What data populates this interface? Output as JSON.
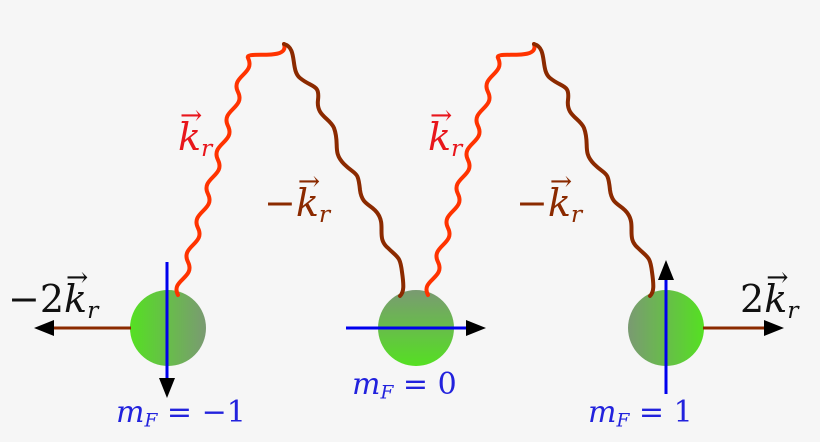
{
  "diagram": {
    "background": "#f6f6f6",
    "colors": {
      "photon_kr": "#ff3300",
      "photon_neg_kr": "#8b2a00",
      "label_kr": "#e8161c",
      "label_neg_kr": "#8b2a00",
      "spin_axis": "#0000ee",
      "spin_label": "#2222dd",
      "arrowhead": "#000000",
      "momentum_arrow": "#8b2a00",
      "atom_light": "#55e022",
      "atom_dark": "#7a9a72"
    },
    "photon_labels": [
      {
        "id": "kr-1",
        "sign": "",
        "k": "k",
        "sub": "r"
      },
      {
        "id": "neg-kr-1",
        "sign": "−",
        "k": "k",
        "sub": "r"
      },
      {
        "id": "kr-2",
        "sign": "",
        "k": "k",
        "sub": "r"
      },
      {
        "id": "neg-kr-2",
        "sign": "−",
        "k": "k",
        "sub": "r"
      }
    ],
    "momentum_labels": {
      "left": {
        "sign": "−",
        "coef": "2",
        "k": "k",
        "sub": "r"
      },
      "right": {
        "sign": "",
        "coef": "2",
        "k": "k",
        "sub": "r"
      }
    },
    "states": [
      {
        "m": "m",
        "sub": "F",
        "eq": " = ",
        "value": "−1"
      },
      {
        "m": "m",
        "sub": "F",
        "eq": " = ",
        "value": "0"
      },
      {
        "m": "m",
        "sub": "F",
        "eq": " = ",
        "value": "1"
      }
    ]
  }
}
